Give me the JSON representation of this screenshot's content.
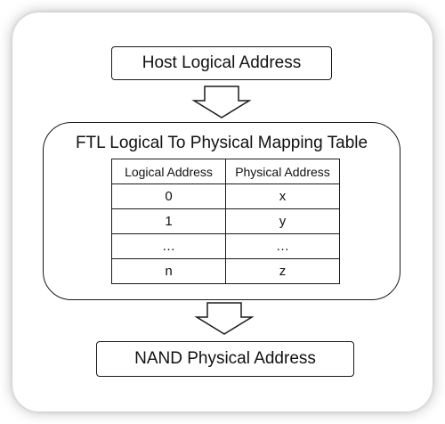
{
  "diagram": {
    "host_box": {
      "label": "Host Logical Address"
    },
    "ftl_box": {
      "title": "FTL Logical To Physical Mapping Table",
      "table": {
        "headers": [
          "Logical Address",
          "Physical Address"
        ],
        "rows": [
          [
            "0",
            "x"
          ],
          [
            "1",
            "y"
          ],
          [
            "…",
            "…"
          ],
          [
            "n",
            "z"
          ]
        ]
      }
    },
    "nand_box": {
      "label": "NAND Physical Address"
    },
    "arrows": [
      "down-arrow-icon",
      "down-arrow-icon"
    ]
  }
}
